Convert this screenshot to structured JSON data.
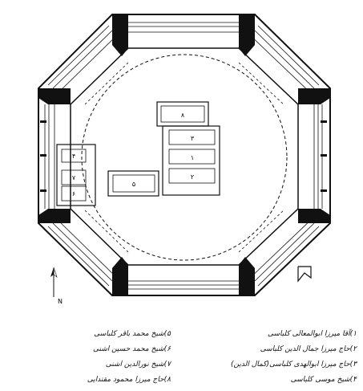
{
  "north_label": "N",
  "graves": [
    {
      "key": "g1",
      "label": "۱"
    },
    {
      "key": "g2",
      "label": "۲"
    },
    {
      "key": "g3",
      "label": "۳"
    },
    {
      "key": "g4",
      "label": "۴"
    },
    {
      "key": "g5",
      "label": "۵"
    },
    {
      "key": "g6",
      "label": "۶"
    },
    {
      "key": "g7",
      "label": "۷"
    },
    {
      "key": "g8",
      "label": "۸"
    }
  ],
  "legend_right": [
    "۱)آقا میرزا ابوالمعالی کلباسی",
    "۲)حاج میرزا جمال الدین کلباسی",
    "۳)حاج میرزا ابوالهدی کلباسی(کمال الدین)",
    "۴)شیخ موسی کلباسی"
  ],
  "legend_left": [
    "۵)شیخ محمد باقر کلباسی",
    "۶)شیخ محمد حسین اشنی",
    "۷)شیخ نورالدین اشنی",
    "۸)حاج میرزا محمود مقتدایی"
  ]
}
